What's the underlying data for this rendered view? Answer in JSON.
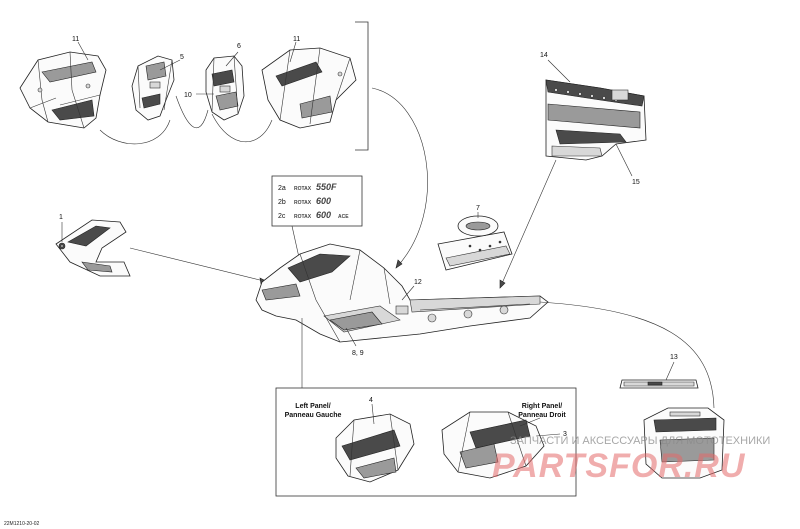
{
  "callouts": {
    "c11a": "11",
    "c5": "5",
    "c6": "6",
    "c10": "10",
    "c11b": "11",
    "c14": "14",
    "c15": "15",
    "c1": "1",
    "c2a": "2a",
    "c2b": "2b",
    "c2c": "2c",
    "c7": "7",
    "c12": "12",
    "c89": "8, 9",
    "c13": "13",
    "c4": "4",
    "c3": "3"
  },
  "engine_decals": {
    "e550": "550F",
    "e600": "600",
    "e600ace": "600",
    "ace": "ACE",
    "rotax": "ROTAX"
  },
  "panel_labels": {
    "left_en": "Left Panel/",
    "left_fr": "Panneau Gauche",
    "right_en": "Right Panel/",
    "right_fr": "Panneau Droit"
  },
  "watermark": {
    "text": "ЗАПЧАСТИ И АКСЕССУАРЫ ДЛЯ МОТОТЕХНИКИ",
    "logo": "PARTSFOR.RU"
  },
  "drawing_code": "22M1210-20-02",
  "colors": {
    "line": "#333333",
    "decal_dark": "#4a4a4a",
    "watermark": "#e46a6a"
  }
}
